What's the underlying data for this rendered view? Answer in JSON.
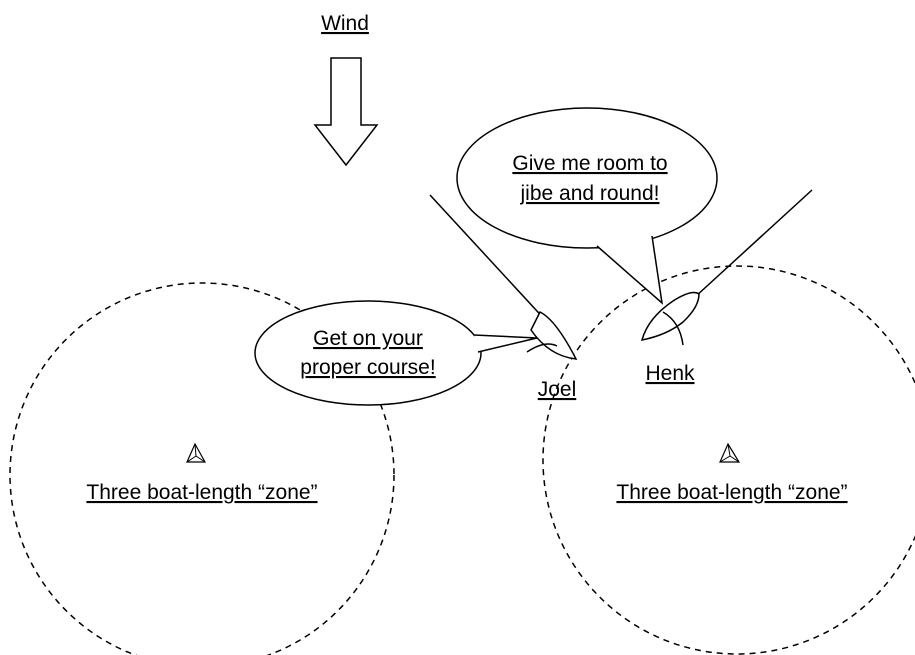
{
  "diagram": {
    "wind_label": "Wind",
    "speech_henk_line1": "Give me room to",
    "speech_henk_line2": "jibe and round!",
    "speech_joel_line1": "Get on your",
    "speech_joel_line2": "proper course!",
    "boat_joel_label": "Joel",
    "boat_henk_label": "Henk",
    "zone_left_label": "Three boat-length “zone”",
    "zone_right_label": "Three boat-length “zone”"
  },
  "colors": {
    "ink": "#000000",
    "background": "#ffffff"
  },
  "icons": {
    "wind_arrow": "down-arrow-icon",
    "mark": "triangle-mark-icon",
    "boat": "sailboat-icon"
  }
}
